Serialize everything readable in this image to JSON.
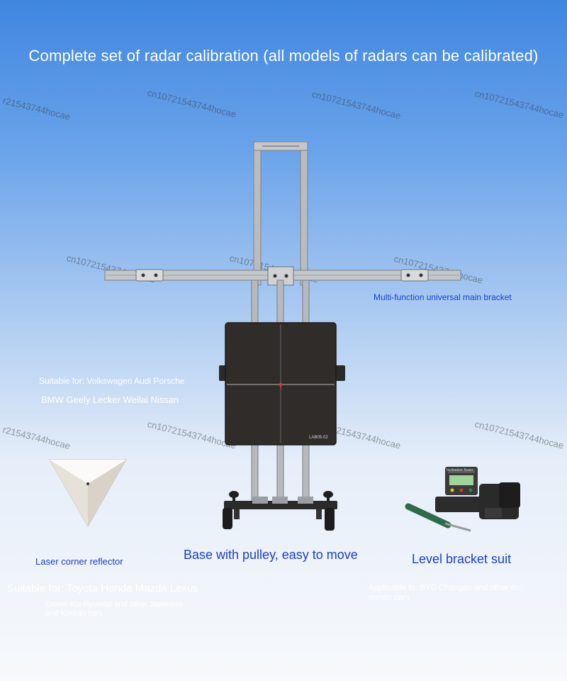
{
  "title": "Complete set of radar calibration (all models of radars can be calibrated)",
  "watermarks": [
    "cn10721543744hocae",
    "cn10721543744hocae",
    "cn10721543744hocae",
    "r21543744hocae",
    "cn10721543744hocae",
    "cn10721543744hocae",
    "cn10721543744hocae",
    "cn10721543744hocae",
    "cn10721543744hocae",
    "cn10721543744hocae",
    "r21543744hocae"
  ],
  "labels": {
    "main_bracket": "Multi-function universal main bracket",
    "suitable_vw_line1": "Suitable for: Volkswagen Audi Porsche",
    "suitable_vw_line2": "BMW Geely Lecker Weilai Nissan",
    "laser_reflector": "Laser corner reflector",
    "base_pulley": "Base with pulley, easy to move",
    "level_bracket": "Level bracket suit",
    "suitable_toyota": "Suitable for: Toyota Honda Mazda Lexus",
    "crown_line1": "Crown Kia Hyundai and other Japanese",
    "crown_line2": "and Korean cars",
    "byd_line1": "Applicable to: BYD Changan and other do-",
    "byd_line2": "mestic cars",
    "panel_model": "LAB05-02",
    "level_screen": "Inclination Tester"
  },
  "colors": {
    "label_blue": "#1a3fcf",
    "panel": "#2f2c2a",
    "frame": "#b9bcc0"
  }
}
